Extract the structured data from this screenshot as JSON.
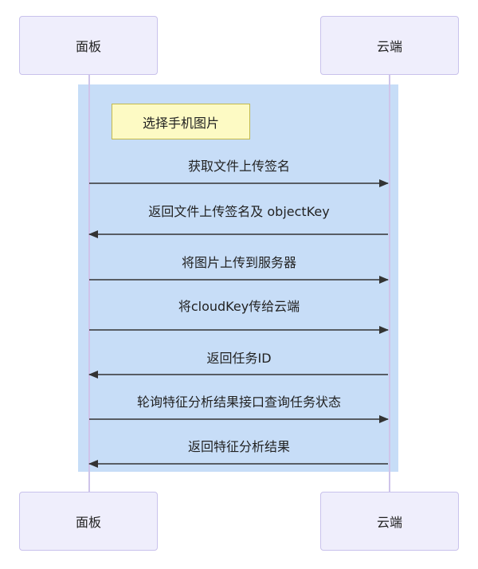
{
  "participants": {
    "left": "面板",
    "right": "云端"
  },
  "note": "选择手机图片",
  "messages": [
    {
      "text": "获取文件上传签名",
      "direction": "right"
    },
    {
      "text": "返回文件上传签名及 objectKey",
      "direction": "left"
    },
    {
      "text": "将图片上传到服务器",
      "direction": "right"
    },
    {
      "text": "将cloudKey传给云端",
      "direction": "right"
    },
    {
      "text": "返回任务ID",
      "direction": "left"
    },
    {
      "text": "轮询特征分析结果接口查询任务状态",
      "direction": "right"
    },
    {
      "text": "返回特征分析结果",
      "direction": "left"
    }
  ],
  "colors": {
    "loop_fill": "#c7ddf7",
    "actor_fill": "#efeefc",
    "actor_border": "#c9c2ec",
    "note_fill": "#fdfac4",
    "note_border": "#c2b94c",
    "arrow": "#333333",
    "lifeline": "#cfc4ea"
  }
}
